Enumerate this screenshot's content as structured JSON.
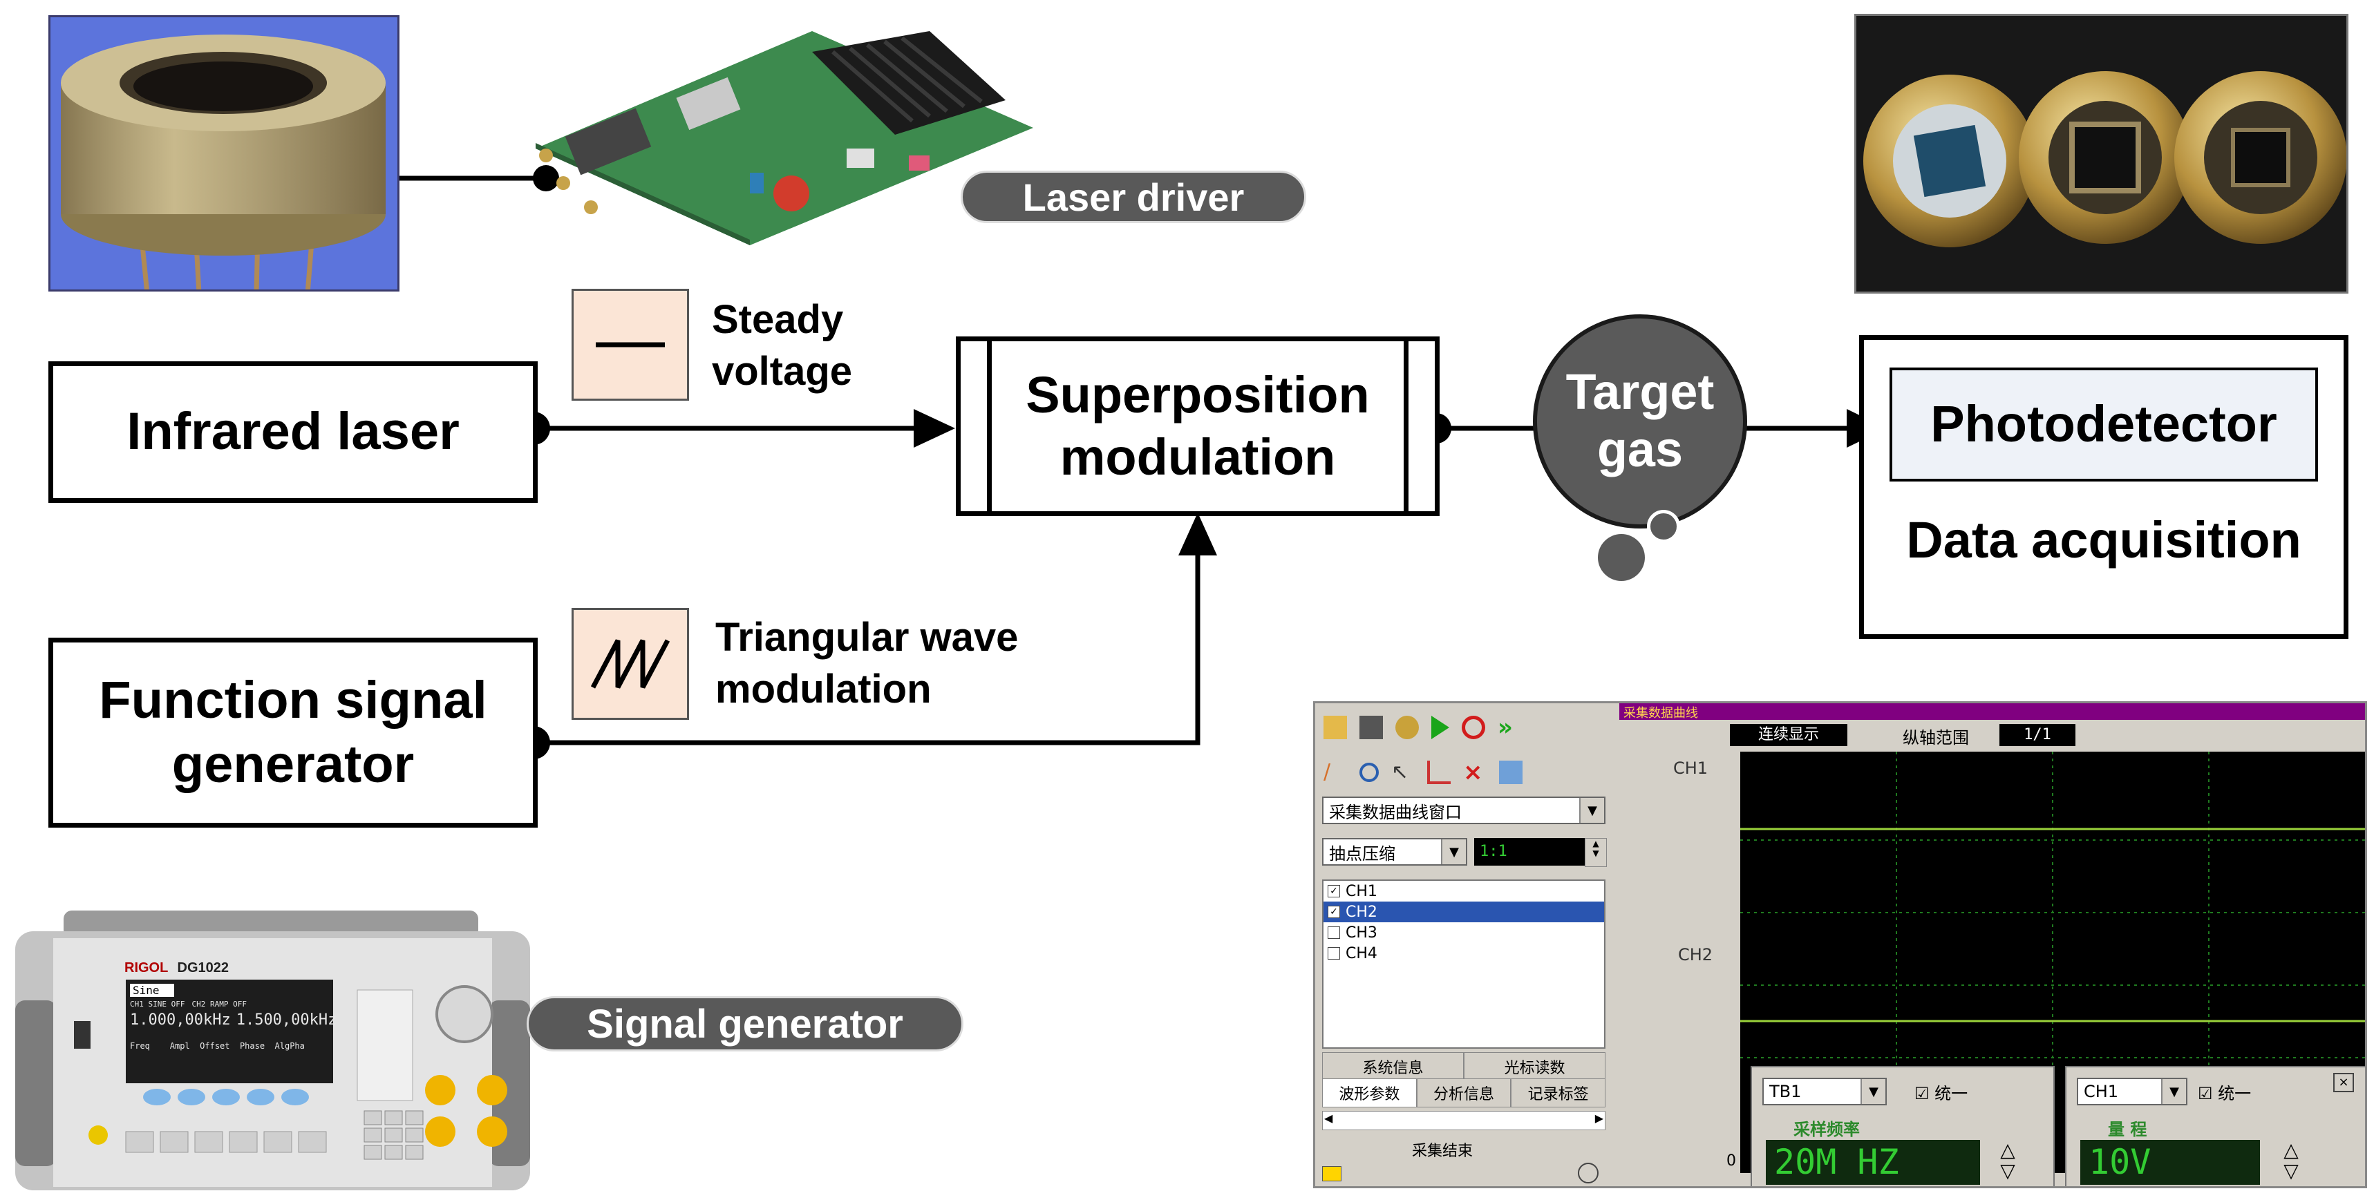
{
  "blocks": {
    "infrared_laser": "Infrared laser",
    "function_signal_generator_line1": "Function signal",
    "function_signal_generator_line2": "generator",
    "superposition_line1": "Superposition",
    "superposition_line2": "modulation",
    "target_gas_line1": "Target",
    "target_gas_line2": "gas",
    "photodetector": "Photodetector",
    "data_acquisition": "Data acquisition"
  },
  "signals": {
    "steady_line1": "Steady",
    "steady_line2": "voltage",
    "triangular_line1": "Triangular wave",
    "triangular_line2": "modulation"
  },
  "photo_labels": {
    "laser_driver": "Laser driver",
    "signal_generator": "Signal generator"
  },
  "generator_device": {
    "brand": "RIGOL",
    "model": "DG1022",
    "mode": "Sine",
    "readout1": "1.000,00kHz",
    "readout2": "1.500,00kHz",
    "ch1": "CH1 SINE   OFF",
    "ch2": "CH2 RAMP   OFF",
    "softkeys": "Freq    Ampl  Offset  Phase  AlgPha"
  },
  "software": {
    "window_title": "采集数据曲线",
    "window_dropdown": "采集数据曲线窗口",
    "compress_mode": "抽点压缩",
    "ratio": "1:1",
    "channels": [
      {
        "name": "CH1",
        "checked": true,
        "selected": false
      },
      {
        "name": "CH2",
        "checked": true,
        "selected": true
      },
      {
        "name": "CH3",
        "checked": false,
        "selected": false
      },
      {
        "name": "CH4",
        "checked": false,
        "selected": false
      }
    ],
    "tab_system": "系统信息",
    "tab_cursor": "光标读数",
    "tab_waveform": "波形参数",
    "tab_analysis": "分析信息",
    "tab_record": "记录标签",
    "status": "采集结束",
    "continuous": "连续显示",
    "vertical_range_label": "纵轴范围",
    "vertical_range_value": "1/1",
    "axis_ch1": "CH1",
    "axis_ch2": "CH2",
    "axis_zero": "0",
    "x_edge": "12",
    "tb_select": "TB1",
    "ch_select": "CH1",
    "unify": "统一",
    "unify2": "统一",
    "sample_rate_label": "采样频率",
    "sample_rate_value": "20M HZ",
    "range_label": "量 程",
    "range_value": "10V"
  }
}
